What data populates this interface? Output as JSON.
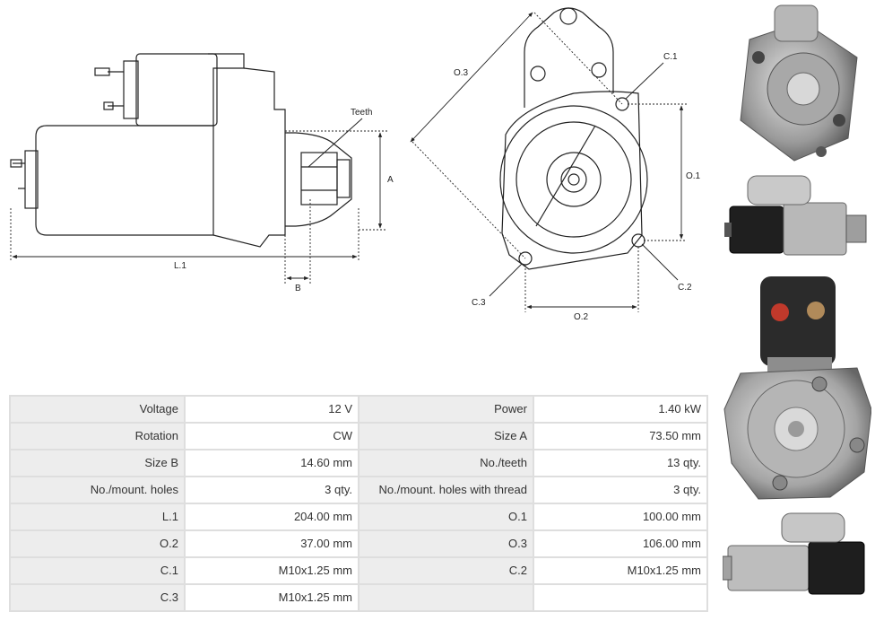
{
  "diagram": {
    "labels": {
      "teeth": "Teeth",
      "a": "A",
      "b": "B",
      "l1": "L.1",
      "o1": "O.1",
      "o2": "O.2",
      "o3": "O.3",
      "c1": "C.1",
      "c2": "C.2",
      "c3": "C.3"
    }
  },
  "specs": {
    "rows": [
      [
        {
          "label": "Voltage",
          "value": "12 V"
        },
        {
          "label": "Power",
          "value": "1.40 kW"
        }
      ],
      [
        {
          "label": "Rotation",
          "value": "CW"
        },
        {
          "label": "Size A",
          "value": "73.50 mm"
        }
      ],
      [
        {
          "label": "Size B",
          "value": "14.60 mm"
        },
        {
          "label": "No./teeth",
          "value": "13 qty."
        }
      ],
      [
        {
          "label": "No./mount. holes",
          "value": "3 qty."
        },
        {
          "label": "No./mount. holes with thread",
          "value": "3 qty."
        }
      ],
      [
        {
          "label": "L.1",
          "value": "204.00 mm"
        },
        {
          "label": "O.1",
          "value": "100.00 mm"
        }
      ],
      [
        {
          "label": "O.2",
          "value": "37.00 mm"
        },
        {
          "label": "O.3",
          "value": "106.00 mm"
        }
      ],
      [
        {
          "label": "C.1",
          "value": "M10x1.25 mm"
        },
        {
          "label": "C.2",
          "value": "M10x1.25 mm"
        }
      ],
      [
        {
          "label": "C.3",
          "value": "M10x1.25 mm"
        },
        {
          "label": "",
          "value": ""
        }
      ]
    ]
  }
}
